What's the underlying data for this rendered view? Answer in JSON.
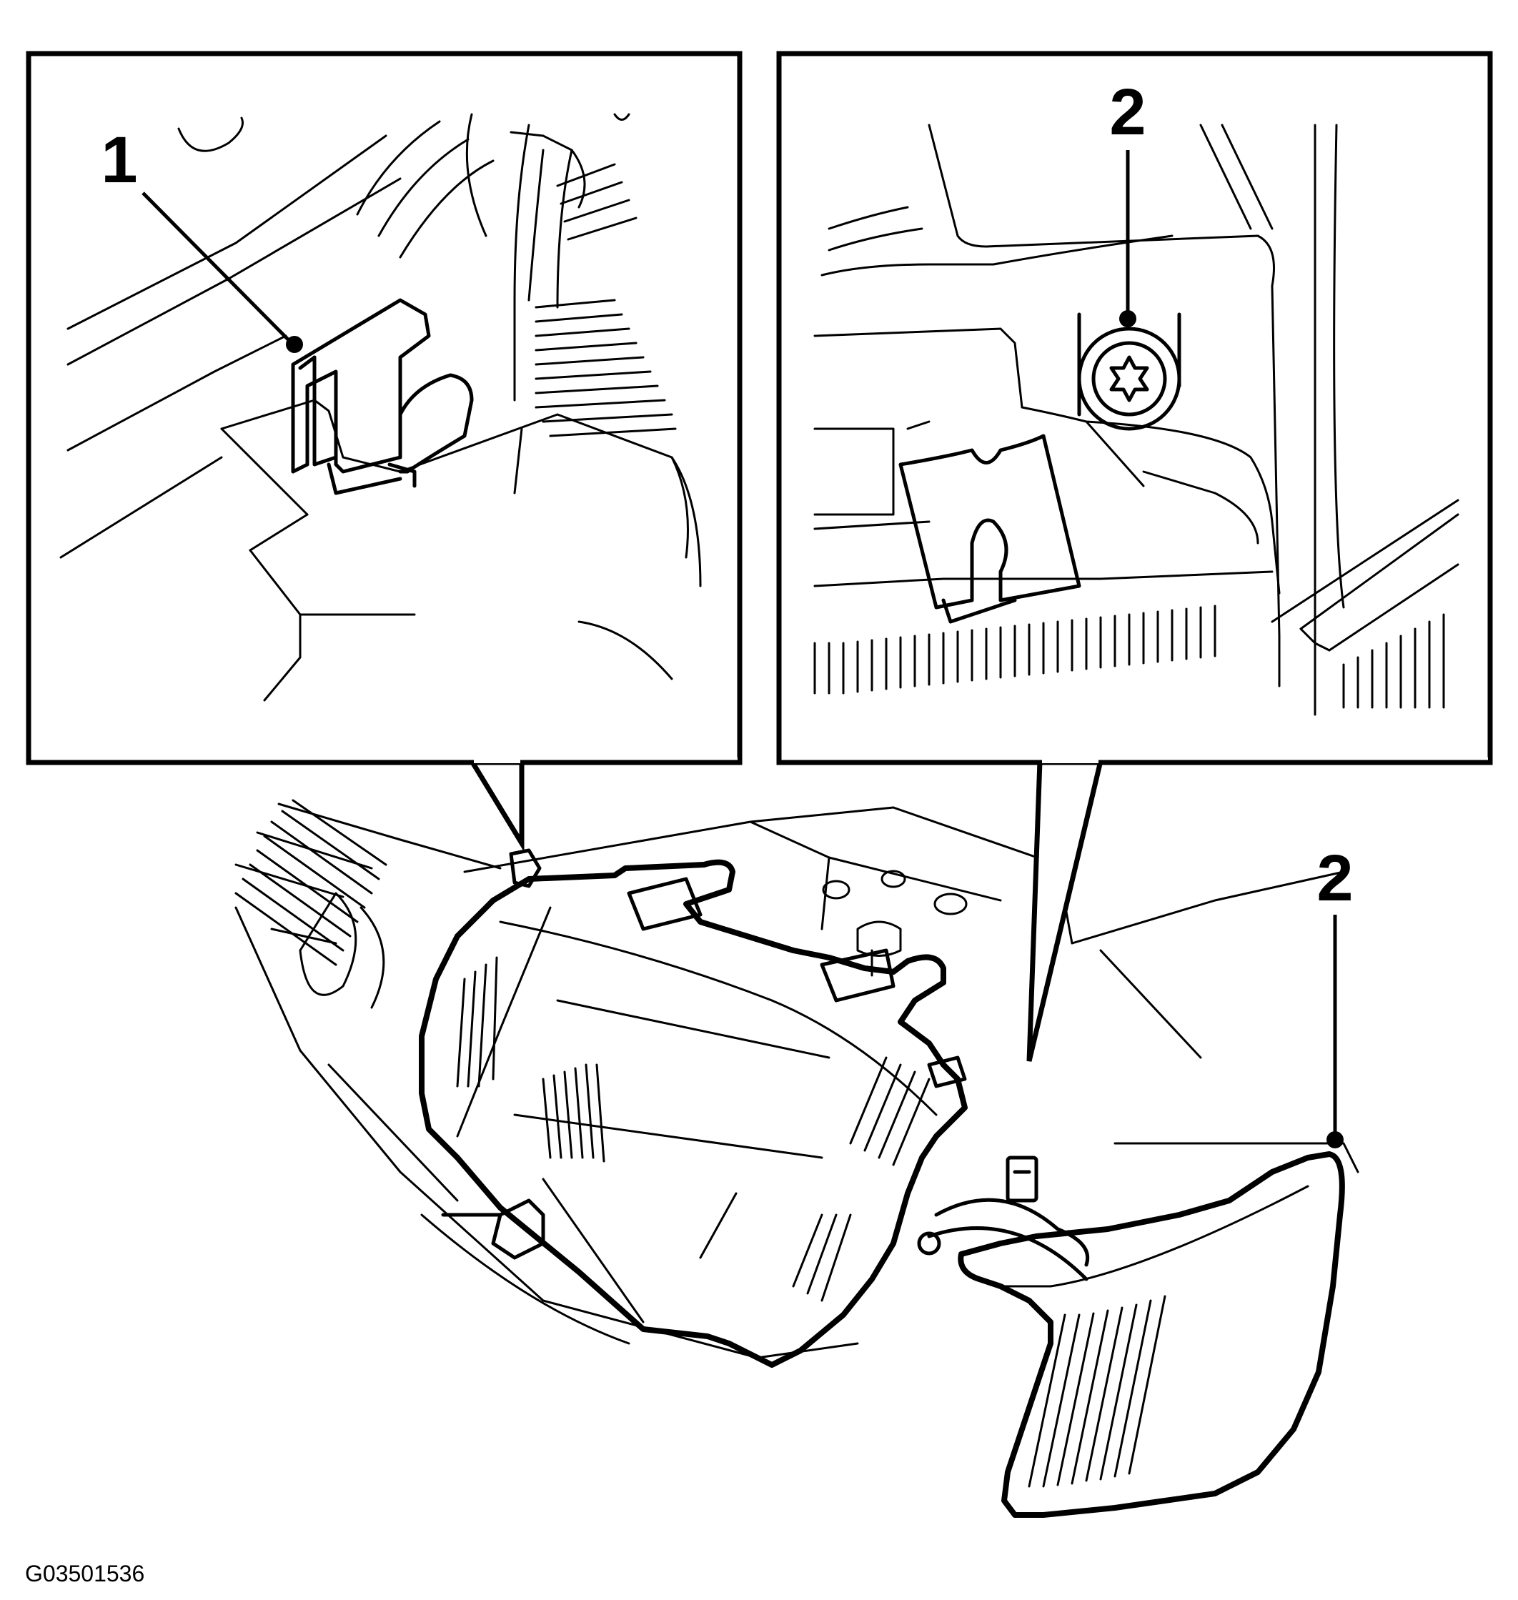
{
  "callouts": {
    "detail_left": "1",
    "detail_right": "2",
    "main_view": "2"
  },
  "figure_id": "G03501536"
}
